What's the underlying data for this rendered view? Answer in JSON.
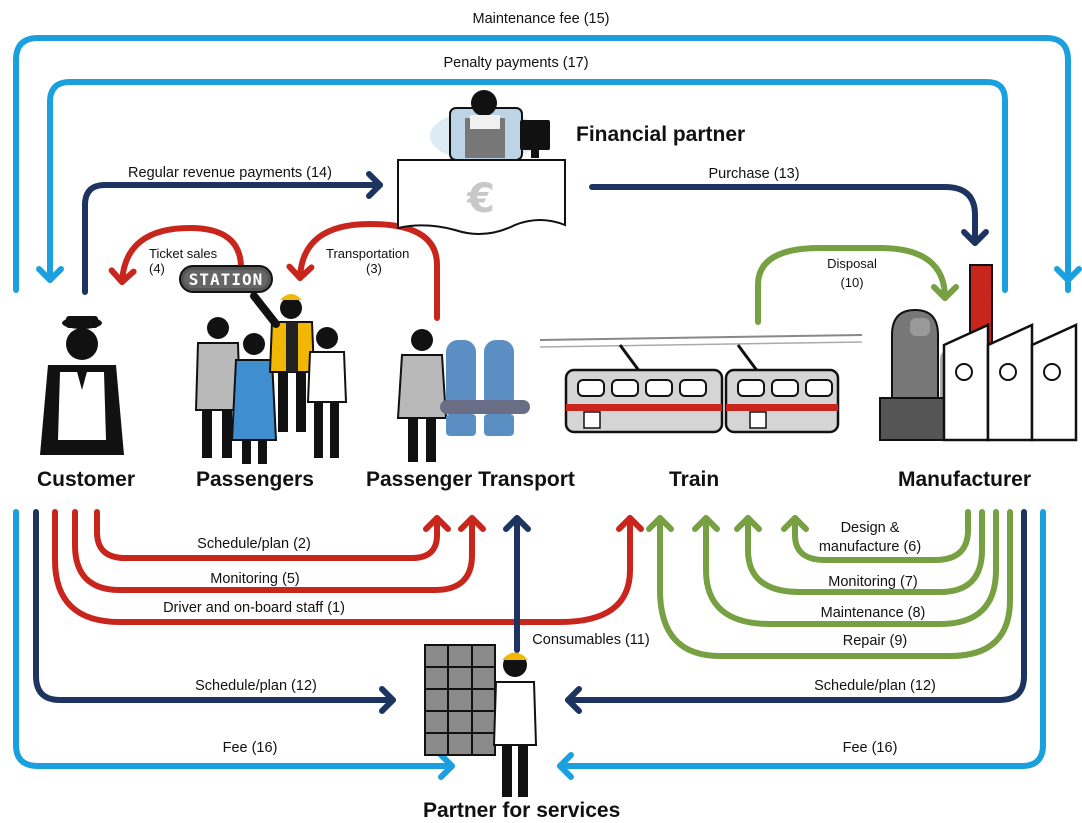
{
  "colors": {
    "light_blue": "#1aa0de",
    "dark_blue": "#1d3461",
    "red": "#c8261d",
    "green": "#76a041",
    "black": "#111111",
    "vest_yellow": "#f2b705",
    "seat_blue": "#5b8fc4"
  },
  "actors": {
    "customer": "Customer",
    "passengers": "Passengers",
    "passenger_transport": "Passenger Transport",
    "train": "Train",
    "manufacturer": "Manufacturer",
    "financial_partner": "Financial partner",
    "partner_services": "Partner for services"
  },
  "station_sign": "STATION",
  "currency_symbol": "€",
  "flows": {
    "maintenance_fee": "Maintenance fee (15)",
    "penalty_payments": "Penalty payments (17)",
    "regular_revenue": "Regular revenue payments (14)",
    "purchase": "Purchase (13)",
    "ticket_sales_1": "Ticket sales",
    "ticket_sales_2": "(4)",
    "transportation_1": "Transportation",
    "transportation_2": "(3)",
    "disposal_1": "Disposal",
    "disposal_2": "(10)",
    "schedule_plan_2": "Schedule/plan (2)",
    "monitoring_5": "Monitoring (5)",
    "driver_staff": "Driver and on-board staff (1)",
    "design_1": "Design &",
    "design_2": "manufacture (6)",
    "monitoring_7": "Monitoring (7)",
    "maintenance_8": "Maintenance (8)",
    "repair_9": "Repair (9)",
    "consumables": "Consumables (11)",
    "schedule_plan_12_left": "Schedule/plan (12)",
    "schedule_plan_12_right": "Schedule/plan (12)",
    "fee_16_left": "Fee (16)",
    "fee_16_right": "Fee (16)"
  }
}
